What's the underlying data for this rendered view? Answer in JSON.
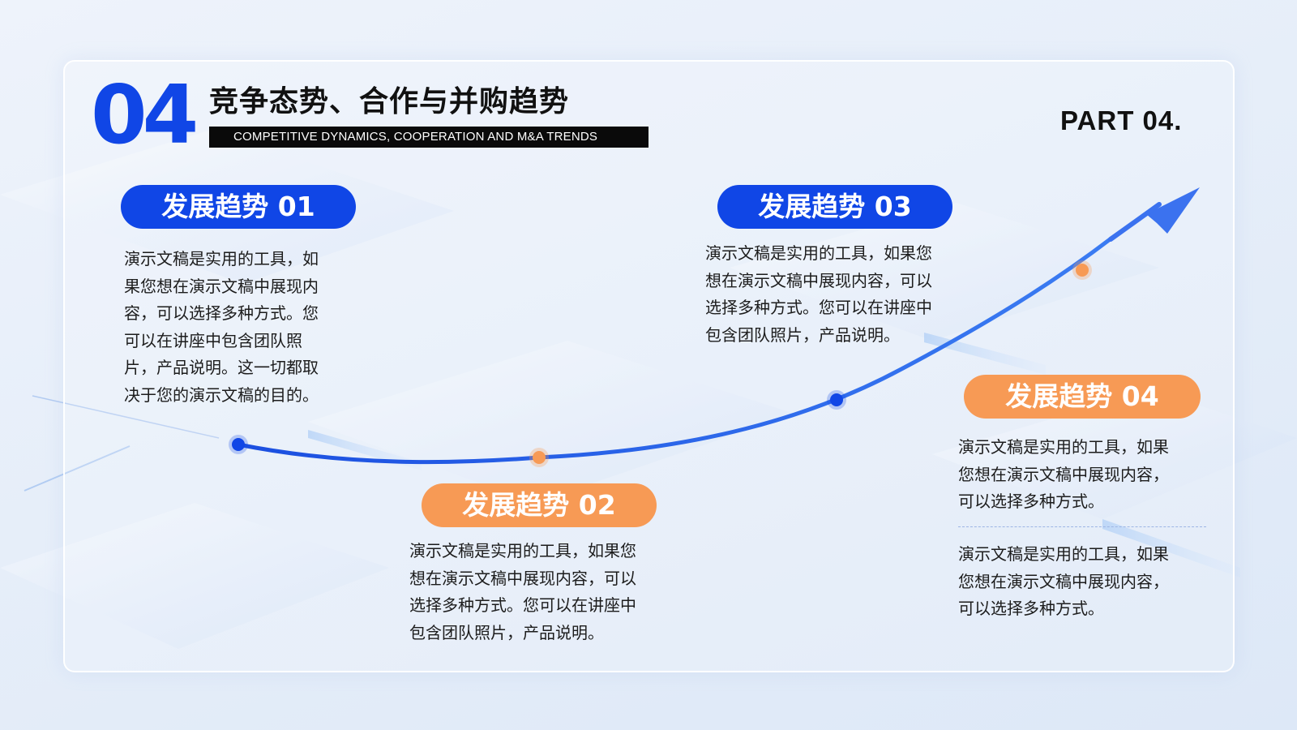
{
  "header": {
    "number": "04",
    "title_cn": "竞争态势、合作与并购趋势",
    "title_en": "COMPETITIVE DYNAMICS, COOPERATION AND M&A TRENDS",
    "part": "PART 04."
  },
  "colors": {
    "accent_blue": "#1046e6",
    "accent_orange": "#f79a55",
    "text_dark": "#1c1c1c"
  },
  "trends": [
    {
      "label": "发展趋势 01",
      "color": "blue",
      "lines": [
        "演示文稿是实用的工具，如",
        "果您想在演示文稿中展现内",
        "容，可以选择多种方式。您",
        "可以在讲座中包含团队照",
        "片，产品说明。这一切都取",
        "决于您的演示文稿的目的。"
      ]
    },
    {
      "label": "发展趋势 02",
      "color": "orange",
      "lines": [
        "演示文稿是实用的工具，如果您",
        "想在演示文稿中展现内容，可以",
        "选择多种方式。您可以在讲座中",
        "包含团队照片，产品说明。"
      ]
    },
    {
      "label": "发展趋势 03",
      "color": "blue",
      "lines": [
        "演示文稿是实用的工具，如果您",
        "想在演示文稿中展现内容，可以",
        "选择多种方式。您可以在讲座中",
        "包含团队照片，产品说明。"
      ]
    },
    {
      "label": "发展趋势 04",
      "color": "orange",
      "lines": [
        "演示文稿是实用的工具，如果",
        "您想在演示文稿中展现内容，",
        "可以选择多种方式。"
      ],
      "lines2": [
        "演示文稿是实用的工具，如果",
        "您想在演示文稿中展现内容，",
        "可以选择多种方式。"
      ]
    }
  ]
}
